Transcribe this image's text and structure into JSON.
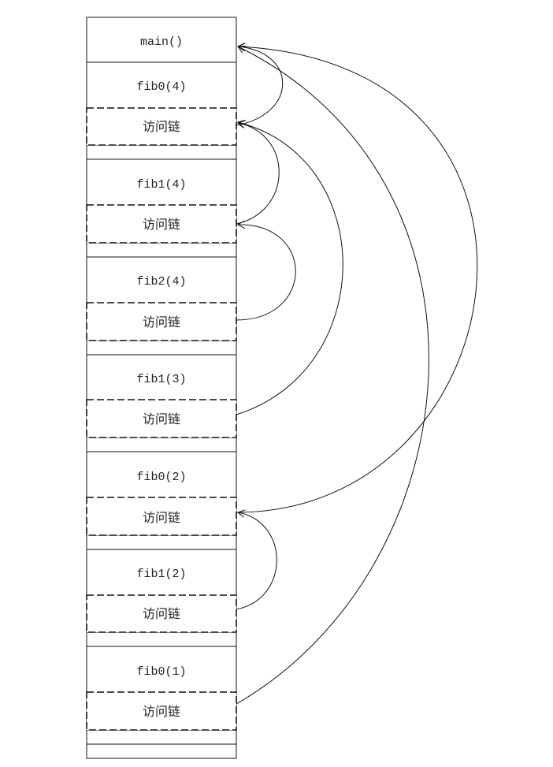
{
  "main_label": "main()",
  "frames": [
    {
      "label": "fib0(4)",
      "link_label": "访问链"
    },
    {
      "label": "fib1(4)",
      "link_label": "访问链"
    },
    {
      "label": "fib2(4)",
      "link_label": "访问链"
    },
    {
      "label": "fib1(3)",
      "link_label": "访问链"
    },
    {
      "label": "fib0(2)",
      "link_label": "访问链"
    },
    {
      "label": "fib1(2)",
      "link_label": "访问链"
    },
    {
      "label": "fib0(1)",
      "link_label": "访问链"
    }
  ],
  "access_links": [
    {
      "from": "fib0(4)",
      "to": "main()"
    },
    {
      "from": "fib1(4)",
      "to": "fib0(4)"
    },
    {
      "from": "fib2(4)",
      "to": "fib1(4)"
    },
    {
      "from": "fib1(3)",
      "to": "fib0(4)"
    },
    {
      "from": "fib0(2)",
      "to": "main()"
    },
    {
      "from": "fib1(2)",
      "to": "fib0(2)"
    },
    {
      "from": "fib0(1)",
      "to": "main()"
    }
  ]
}
